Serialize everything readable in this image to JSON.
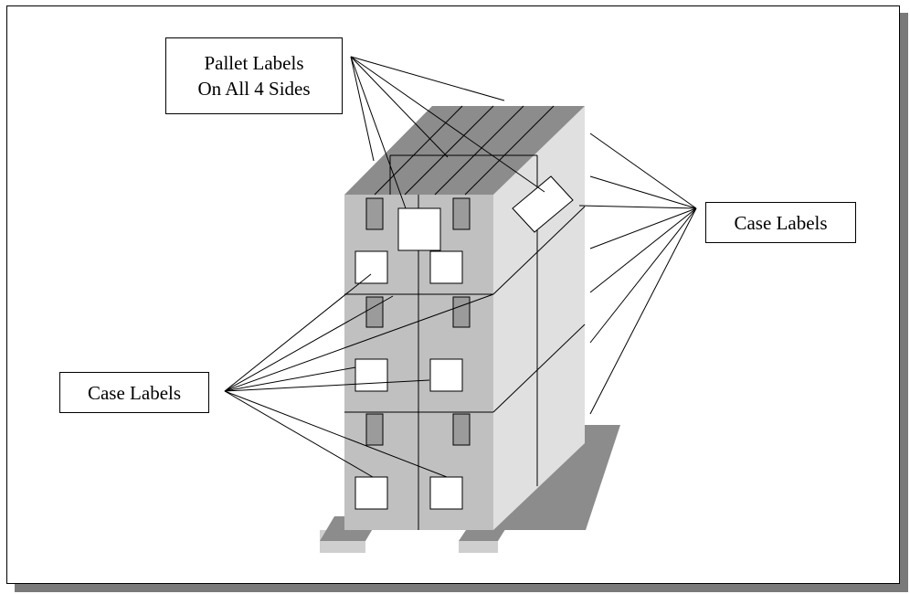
{
  "labels": {
    "pallet": "Pallet Labels\nOn All 4 Sides",
    "case_right": "Case Labels",
    "case_left": "Case Labels"
  },
  "colors": {
    "top": "#8c8c8c",
    "front": "#c0c0c0",
    "side": "#e0e0e0",
    "small_label": "#9b9b9b",
    "pallet_base": "#8c8c8c",
    "pallet_skid": "#cfcfcf",
    "shadow": "#7a7a7a"
  }
}
